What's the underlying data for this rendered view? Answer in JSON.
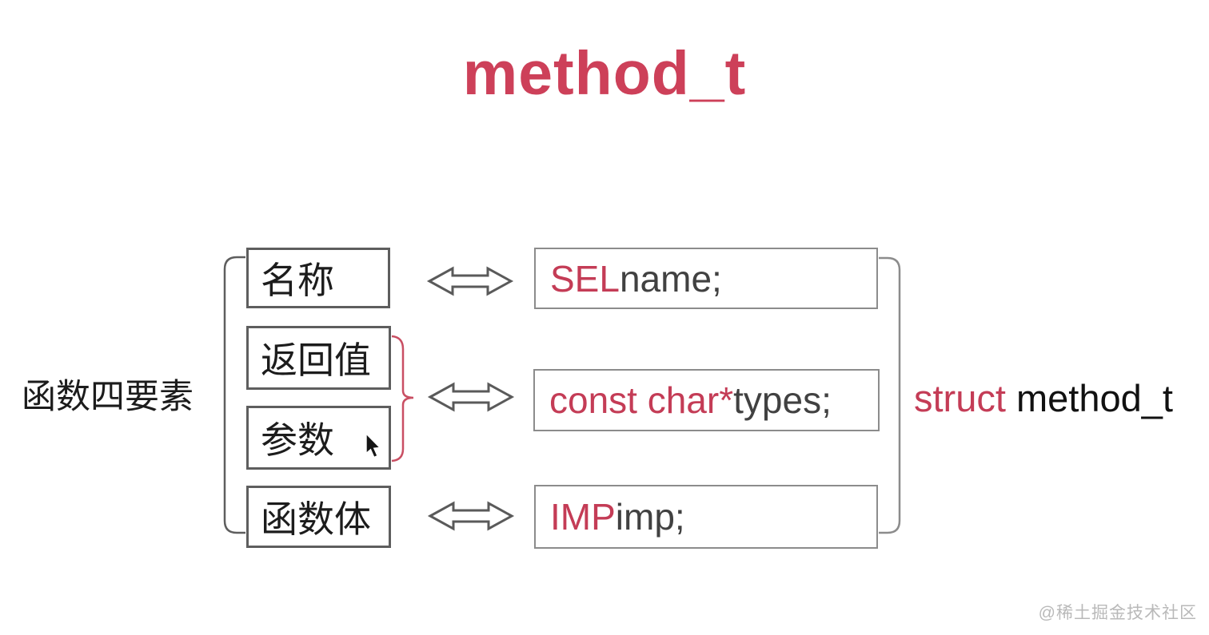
{
  "title": "method_t",
  "diagram": {
    "left_label": "函数四要素",
    "concepts": [
      {
        "label": "名称"
      },
      {
        "label": "返回值"
      },
      {
        "label": "参数"
      },
      {
        "label": "函数体"
      }
    ],
    "fields": [
      {
        "keyword": "SEL",
        "rest": " name;"
      },
      {
        "keyword": "const char*",
        "rest": " types;"
      },
      {
        "keyword": "IMP",
        "rest": " imp;"
      }
    ],
    "struct_label": {
      "keyword": "struct",
      "name": " method_t"
    }
  },
  "watermark": "@稀土掘金技术社区",
  "colors": {
    "title_red": "#cd4059",
    "keyword_red": "#c43c56",
    "brace_pink": "#c94f63",
    "box_border_dark": "#5e5e5e",
    "box_border_light": "#8c8c8c",
    "arrow_gray": "#5a5a5a",
    "text_black": "#1c1c1c",
    "code_gray": "#414141",
    "watermark_gray": "#b9b9b9"
  }
}
